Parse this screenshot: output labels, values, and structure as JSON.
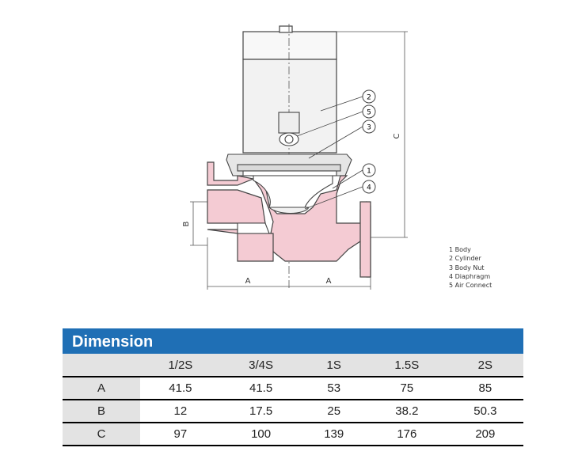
{
  "diagram": {
    "callouts": [
      "2",
      "5",
      "3",
      "1",
      "4"
    ],
    "dim_labels": {
      "a_left": "A",
      "a_right": "A",
      "b": "B",
      "c": "C"
    },
    "colors": {
      "body_fill": "#f4cbd3",
      "cylinder_fill": "#f2f2f2",
      "line": "#444444"
    }
  },
  "legend": [
    "1 Body",
    "2 Cylinder",
    "3 Body Nut",
    "4 Diaphragm",
    "5 Air Connect"
  ],
  "dimension_table": {
    "title": "Dimension",
    "columns": [
      "1/2S",
      "3/4S",
      "1S",
      "1.5S",
      "2S"
    ],
    "rows": [
      {
        "label": "A",
        "values": [
          "41.5",
          "41.5",
          "53",
          "75",
          "85"
        ]
      },
      {
        "label": "B",
        "values": [
          "12",
          "17.5",
          "25",
          "38.2",
          "50.3"
        ]
      },
      {
        "label": "C",
        "values": [
          "97",
          "100",
          "139",
          "176",
          "209"
        ]
      }
    ],
    "header_color": "#1f6fb5"
  }
}
